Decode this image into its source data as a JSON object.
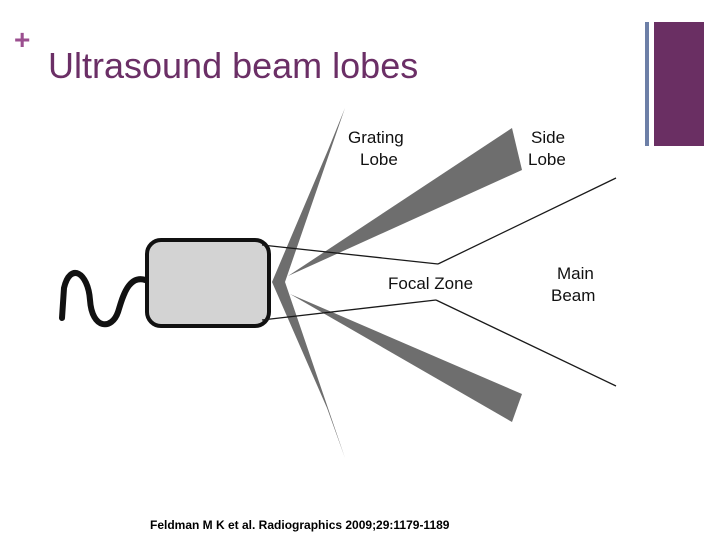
{
  "slide": {
    "bullet": "+",
    "title": "Ultrasound beam lobes",
    "citation": "Feldman M K et al. Radiographics 2009;29:1179-1189",
    "colors": {
      "title": "#6b2f66",
      "bullet": "#9b4f8f",
      "accent_thin": "#6d7fa7",
      "accent_thick": "#6a2f63"
    }
  },
  "diagram": {
    "labels": {
      "grating_line1": "Grating",
      "grating_line2": "Lobe",
      "side_line1": "Side",
      "side_line2": "Lobe",
      "focal_zone": "Focal Zone",
      "main_line1": "Main",
      "main_line2": "Beam"
    },
    "colors": {
      "lobe_fill": "#6e6e6e",
      "transducer_fill": "#d3d3d3",
      "line": "#1a1a1a"
    }
  }
}
